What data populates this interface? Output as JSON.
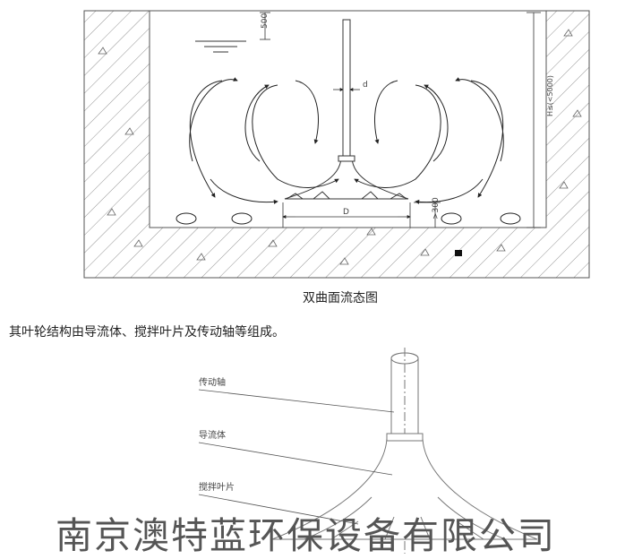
{
  "top_diagram": {
    "caption": "双曲面流态图",
    "dim_500": "500",
    "dim_d": "d",
    "dim_D": "D",
    "dim_300": ">300",
    "dim_depth": "H≤(<5000)"
  },
  "body_text": "其叶轮结构由导流体、搅拌叶片及传动轴等组成。",
  "bottom_diagram": {
    "label_shaft": "传动轴",
    "label_guide": "导流体",
    "label_blade": "搅拌叶片"
  },
  "watermark": "南京澳特蓝环保设备有限公司"
}
